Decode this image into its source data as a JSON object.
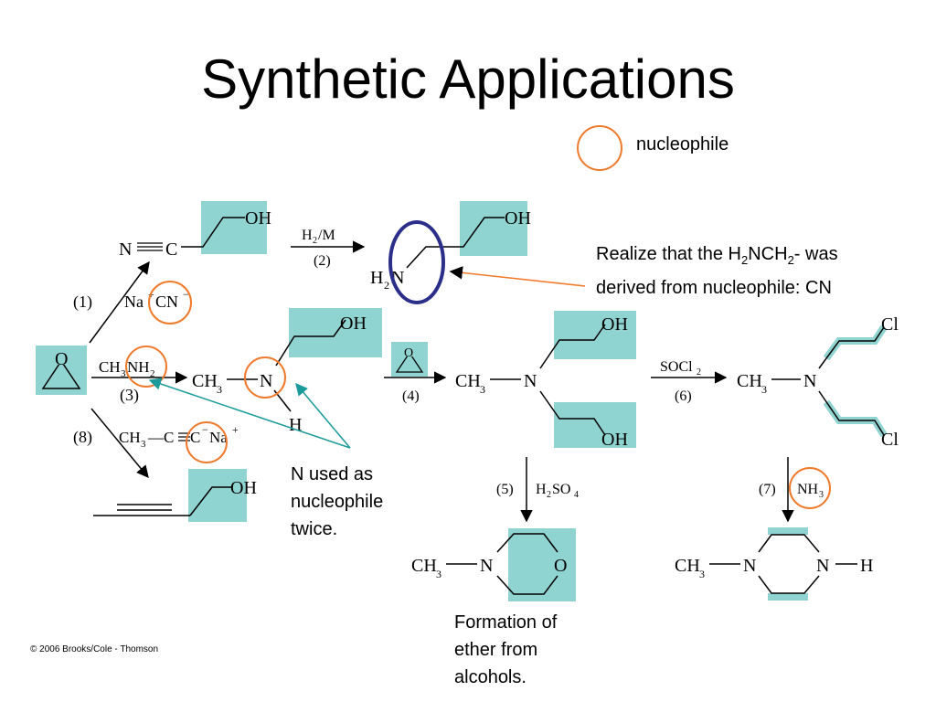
{
  "title": "Synthetic Applications",
  "legend": {
    "label": "nucleophile",
    "circle_color": "#f07a2c"
  },
  "annotations": {
    "cn_note_line1": "Realize that the H",
    "cn_note_sub1": "2",
    "cn_note_mid": "NCH",
    "cn_note_sub2": "2",
    "cn_note_end": "- was",
    "cn_note_line2": "derived from nucleophile: CN",
    "n_note_line1": "N used as",
    "n_note_line2": "nucleophile",
    "n_note_line3": "twice.",
    "ether_line1": "Formation of",
    "ether_line2": "ether from",
    "ether_line3": "alcohols."
  },
  "copyright": "© 2006 Brooks/Cole - Thomson",
  "colors": {
    "highlight": "#8fd4d0",
    "nucleophile_circle": "#f07a2c",
    "blue_circle": "#2b2f8a",
    "arrow_teal": "#1a9a9a"
  },
  "scheme": {
    "step1": "(1)",
    "step2": "(2)",
    "step3": "(3)",
    "step4": "(4)",
    "step5": "(5)",
    "step6": "(6)",
    "step7": "(7)",
    "step8": "(8)",
    "nc_n": "N",
    "nc_c": "C",
    "oh": "OH",
    "o": "O",
    "h": "H",
    "n": "N",
    "cl": "Cl",
    "reagent2": "H",
    "reagent2_sub": "2",
    "reagent2_end": "/M",
    "na": "Na",
    "plus": "+",
    "cn": "CN",
    "minus": "−",
    "ch3nh2_a": "CH",
    "ch3nh2_sub3": "3",
    "ch3nh2_b": "NH",
    "ch3nh2_sub2": "2",
    "ch3": "CH",
    "sub3": "3",
    "h2n_h": "H",
    "h2n_sub": "2",
    "h2n_n": "N",
    "socl2_a": "SOCl",
    "socl2_sub": "2",
    "h2so4_a": "H",
    "h2so4_sub2": "2",
    "h2so4_b": "SO",
    "h2so4_sub4": "4",
    "nh3_a": "NH",
    "nh3_sub": "3",
    "acetylide_ch3": "CH",
    "acetylide_sub": "3",
    "acetylide_rest": "—C",
    "acetylide_c": "C",
    "acetylide_minus": "−",
    "acetylide_na": "Na",
    "acetylide_plus": "+"
  }
}
